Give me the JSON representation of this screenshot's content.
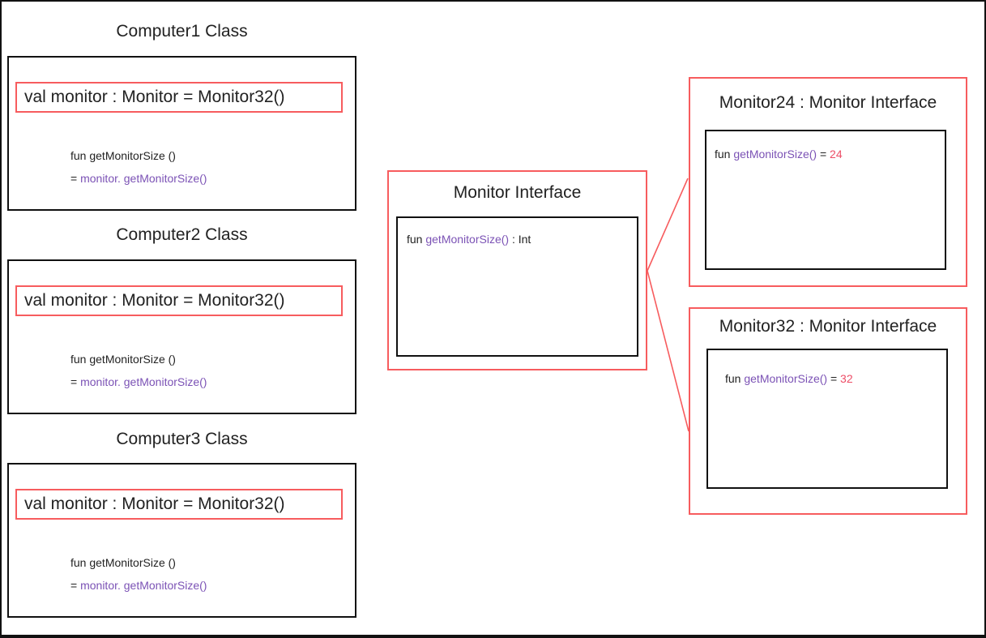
{
  "diagram": {
    "computers": [
      {
        "title": "Computer1 Class",
        "val_line": "val monitor : Monitor = Monitor32()",
        "fun_line": "fun getMonitorSize ()",
        "eq": "=",
        "call": "monitor. getMonitorSize()"
      },
      {
        "title": "Computer2 Class",
        "val_line": "val monitor : Monitor = Monitor32()",
        "fun_line": "fun getMonitorSize ()",
        "eq": "=",
        "call": "monitor. getMonitorSize()"
      },
      {
        "title": "Computer3 Class",
        "val_line": "val monitor : Monitor = Monitor32()",
        "fun_line": "fun getMonitorSize ()",
        "eq": "=",
        "call": "monitor. getMonitorSize()"
      }
    ],
    "interface": {
      "title": "Monitor Interface",
      "fun_kw": "fun",
      "method": "getMonitorSize()",
      "return_type": ": Int"
    },
    "implementations": [
      {
        "title": "Monitor24 : Monitor Interface",
        "fun_kw": "fun",
        "method": "getMonitorSize()",
        "eq": "=",
        "value": "24"
      },
      {
        "title": "Monitor32 : Monitor Interface",
        "fun_kw": "fun",
        "method": "getMonitorSize()",
        "eq": "=",
        "value": "32"
      }
    ],
    "colors": {
      "box_border_red": "#F75C5E",
      "code_purple": "#7B52B5",
      "value_red": "#ED4D66",
      "box_border_black": "#111111",
      "text_black": "#222222"
    }
  }
}
